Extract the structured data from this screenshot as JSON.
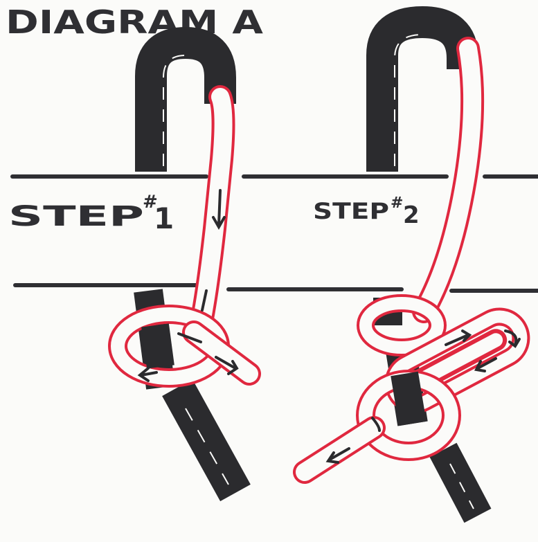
{
  "title": "DIAGRAM A",
  "steps": [
    {
      "label": "STEP",
      "superscript": "#",
      "number": "1"
    },
    {
      "label": "STEP",
      "superscript": "#",
      "number": "2"
    }
  ],
  "colors": {
    "background": "#fbfbf9",
    "rope_black": "#2b2b2e",
    "rope_red": "#e0283f",
    "ink": "#2f2f33"
  }
}
